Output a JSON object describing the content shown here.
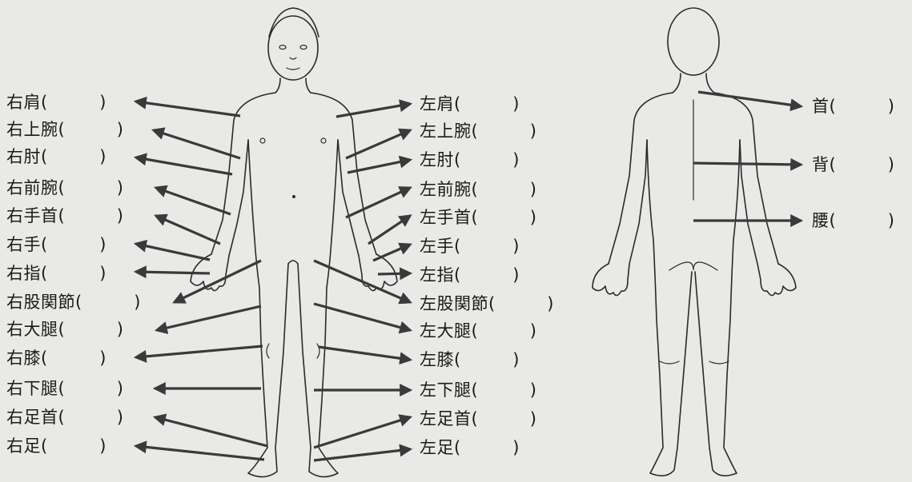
{
  "diagram": {
    "right_labels": [
      "右肩(　　　)",
      "右上腕(　　　)",
      "右肘(　　　)",
      "右前腕(　　　)",
      "右手首(　　　)",
      "右手(　　　)",
      "右指(　　　)",
      "右股関節(　　　)",
      "右大腿(　　　)",
      "右膝(　　　)",
      "右下腿(　　　)",
      "右足首(　　　)",
      "右足(　　　)"
    ],
    "left_labels": [
      "左肩(　　　)",
      "左上腕(　　　)",
      "左肘(　　　)",
      "左前腕(　　　)",
      "左手首(　　　)",
      "左手(　　　)",
      "左指(　　　)",
      "左股関節(　　　)",
      "左大腿(　　　)",
      "左膝(　　　)",
      "左下腿(　　　)",
      "左足首(　　　)",
      "左足(　　　)"
    ],
    "back_labels": [
      "首(　　　)",
      "背(　　　)",
      "腰(　　　)"
    ]
  }
}
